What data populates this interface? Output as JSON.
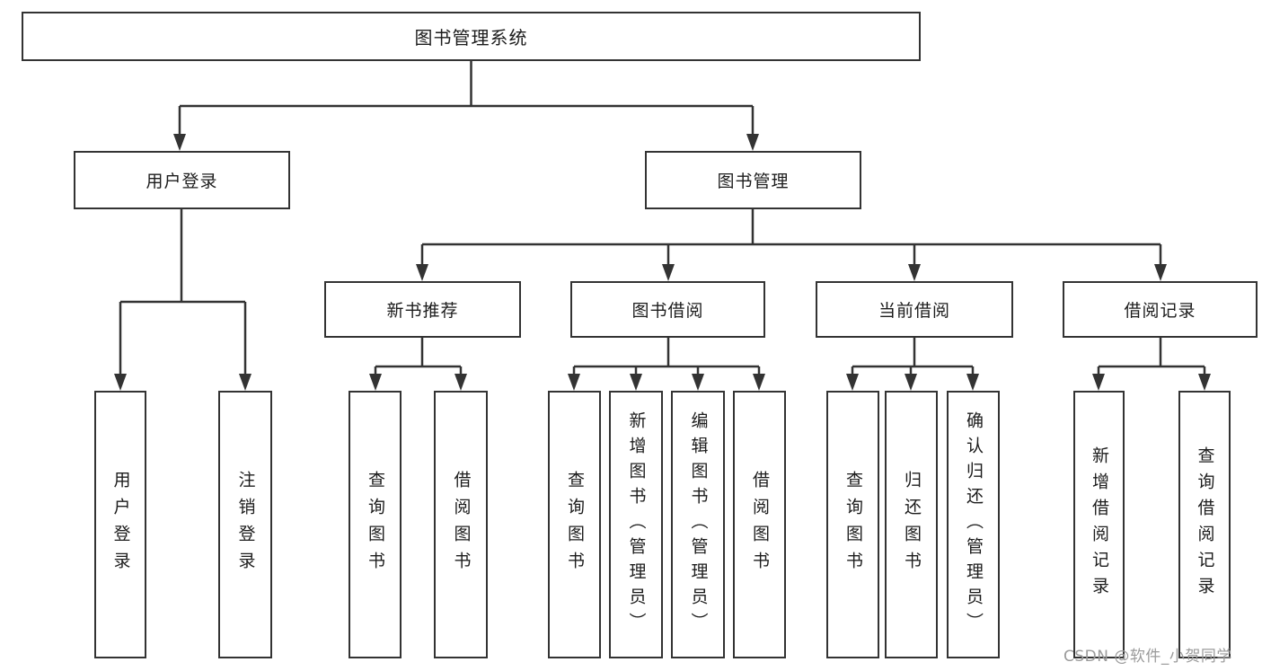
{
  "colors": {
    "line": "#333333",
    "text": "#1c1c1c",
    "watermark": "#9b9b9b",
    "bg": "#ffffff"
  },
  "diagram_type": "hierarchy-tree",
  "nodes": {
    "root": "图书管理系统",
    "user_login": "用户登录",
    "book_mgmt": "图书管理",
    "new_book_rec": "新书推荐",
    "book_borrow": "图书借阅",
    "current_borrow": "当前借阅",
    "borrow_record": "借阅记录",
    "leaf_user_login": "用户登录",
    "leaf_logout": "注销登录",
    "leaf_query_book_1": "查询图书",
    "leaf_borrow_book_1": "借阅图书",
    "leaf_query_book_2": "查询图书",
    "leaf_add_book": "新增图书（管理员）",
    "leaf_edit_book": "编辑图书（管理员）",
    "leaf_borrow_book_2": "借阅图书",
    "leaf_query_book_3": "查询图书",
    "leaf_return_book": "归还图书",
    "leaf_confirm_return": "确认归还（管理员）",
    "leaf_add_borrow_record": "新增借阅记录",
    "leaf_query_borrow_record": "查询借阅记录"
  },
  "edges": [
    [
      "root",
      "user_login"
    ],
    [
      "root",
      "book_mgmt"
    ],
    [
      "user_login",
      "leaf_user_login"
    ],
    [
      "user_login",
      "leaf_logout"
    ],
    [
      "book_mgmt",
      "new_book_rec"
    ],
    [
      "book_mgmt",
      "book_borrow"
    ],
    [
      "book_mgmt",
      "current_borrow"
    ],
    [
      "book_mgmt",
      "borrow_record"
    ],
    [
      "new_book_rec",
      "leaf_query_book_1"
    ],
    [
      "new_book_rec",
      "leaf_borrow_book_1"
    ],
    [
      "book_borrow",
      "leaf_query_book_2"
    ],
    [
      "book_borrow",
      "leaf_add_book"
    ],
    [
      "book_borrow",
      "leaf_edit_book"
    ],
    [
      "book_borrow",
      "leaf_borrow_book_2"
    ],
    [
      "current_borrow",
      "leaf_query_book_3"
    ],
    [
      "current_borrow",
      "leaf_return_book"
    ],
    [
      "current_borrow",
      "leaf_confirm_return"
    ],
    [
      "borrow_record",
      "leaf_add_borrow_record"
    ],
    [
      "borrow_record",
      "leaf_query_borrow_record"
    ]
  ],
  "watermark": {
    "text": "CSDN @软件_小贺同学"
  }
}
